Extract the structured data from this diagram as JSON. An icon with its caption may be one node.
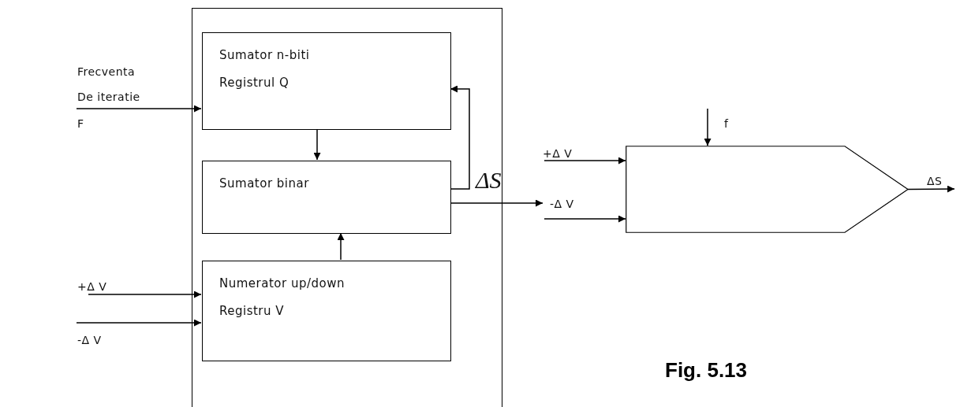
{
  "diagram": {
    "caption": "Fig. 5.13",
    "nodes": [
      {
        "text": [],
        "shape": "box"
      },
      {
        "text": [
          "Sumator n-biti",
          "Registrul Q"
        ],
        "in": 0
      },
      {
        "text": [
          "Sumator binar"
        ],
        "in": 0
      },
      {
        "text": [
          "Numerator up/down",
          "Registru V"
        ],
        "in": 0
      },
      {
        "text": [],
        "shape": "pentagon"
      },
      {
        "text": [
          "+Δ V"
        ]
      },
      {
        "text": [
          "+Δ V"
        ]
      },
      {
        "text": [
          "-Δ V"
        ]
      },
      {
        "text": [
          "ΔS"
        ]
      }
    ],
    "edges": [
      {
        "from": null,
        "to": 1,
        "arrow": "to"
      },
      {
        "from": 1,
        "to": 2,
        "arrow": "to"
      },
      {
        "from": 2,
        "to": 1,
        "arrow": "to"
      },
      {
        "from": 3,
        "to": 2,
        "arrow": "to"
      },
      {
        "from": 5,
        "to": 3,
        "arrow": "to"
      },
      {
        "from": null,
        "to": 3,
        "arrow": "to"
      },
      {
        "from": 2,
        "to": 7,
        "arrow": "to"
      },
      {
        "from": 6,
        "to": 4,
        "arrow": "to"
      },
      {
        "from": 7,
        "to": 4,
        "arrow": "to"
      },
      {
        "from": null,
        "to": 4,
        "arrow": "to"
      },
      {
        "from": 4,
        "to": 8,
        "arrow": "to"
      }
    ],
    "labels": [
      "Frecventa",
      "De iteratie",
      "F",
      "-Δ V",
      "ΔS",
      "f"
    ]
  }
}
